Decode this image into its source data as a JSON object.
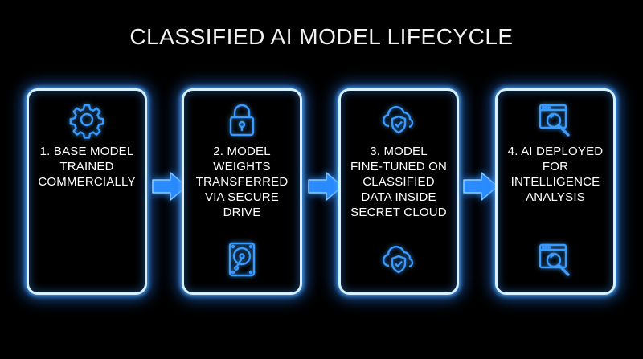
{
  "title": "CLASSIFIED AI MODEL LIFECYCLE",
  "colors": {
    "background": "#000000",
    "glow": "#3a9bff",
    "card_border": "#d6f0ff",
    "icon": "#3a9bff",
    "arrow": "#2b8cff",
    "text": "#ffffff"
  },
  "steps": [
    {
      "label": "1. BASE MODEL\nTRAINED\nCOMMERCIALLY",
      "icons": [
        "gear-icon"
      ]
    },
    {
      "label": "2. MODEL\nWEIGHTS\nTRANSFERRED\nVIA SECURE\nDRIVE",
      "icons": [
        "padlock-icon",
        "hard-drive-icon"
      ]
    },
    {
      "label": "3. MODEL\nFINE-TUNED ON\nCLASSIFIED\nDATA INSIDE\nSECRET CLOUD",
      "icons": [
        "secure-cloud-icon",
        "secure-cloud-icon"
      ]
    },
    {
      "label": "4. AI DEPLOYED\nFOR\nINTELLIGENCE\nANALYSIS",
      "icons": [
        "analysis-window-icon",
        "analysis-window-icon"
      ]
    }
  ]
}
